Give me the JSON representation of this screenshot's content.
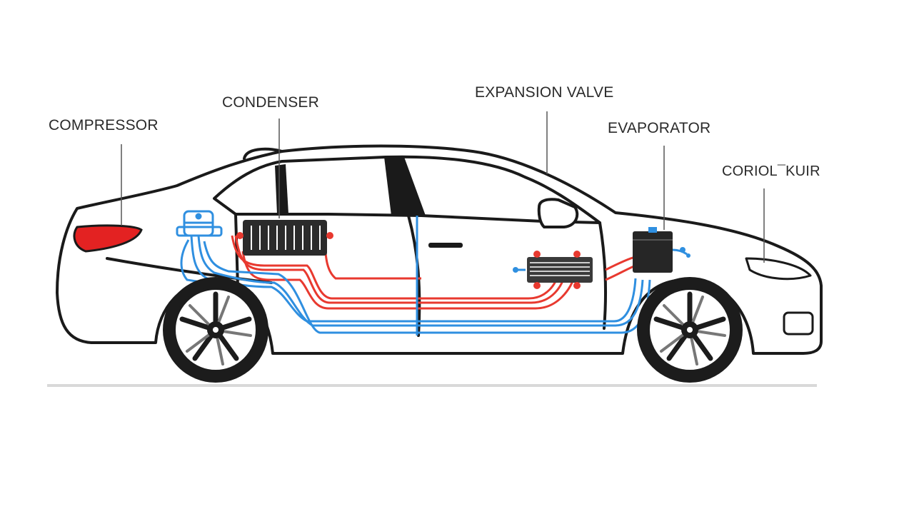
{
  "labels": {
    "compressor": "COMPRESSOR",
    "condenser": "CONDENSER",
    "expansion_valve": "EXPANSION VALVE",
    "evaporator": "EVAPORATOR",
    "receiver": "CORIOL¯KUIR"
  },
  "colors": {
    "outline": "#1a1a1a",
    "hot_line": "#e8392f",
    "cold_line": "#2f8fe0",
    "tail_light": "#e32222",
    "ground": "#d9d9d9",
    "component_dark": "#2b2b2b"
  }
}
